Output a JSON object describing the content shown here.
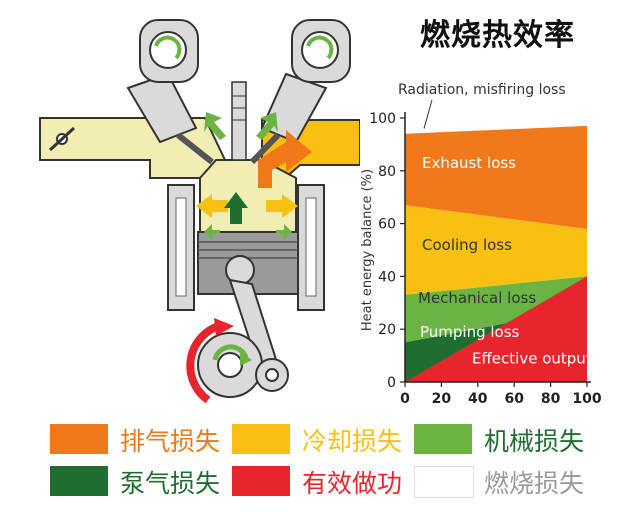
{
  "title": "燃烧热效率",
  "colors": {
    "exhaust": "#F07818",
    "cooling": "#F8C013",
    "mechanical": "#6BB443",
    "pumping": "#1E6E2F",
    "effective": "#E8252D",
    "combustion": "#FFFFFF",
    "engine_gray": "#8C8C8C",
    "intake_yellow": "#F2EDB3"
  },
  "chart_data": {
    "type": "area",
    "ylabel": "Heat energy balance (%)",
    "xlabel": "",
    "xlim": [
      0,
      100
    ],
    "ylim": [
      0,
      100
    ],
    "x_ticks": [
      "0",
      "20",
      "40",
      "60",
      "80",
      "100"
    ],
    "y_ticks": [
      "0",
      "20",
      "40",
      "60",
      "80",
      "100"
    ],
    "grid": false,
    "x": [
      0,
      100
    ],
    "boundaries": {
      "pumping_top": [
        15,
        28
      ],
      "mechanical_top": [
        33,
        40
      ],
      "cooling_top": [
        67,
        58
      ],
      "exhaust_top": [
        94,
        97
      ],
      "effective_top": [
        0,
        40
      ]
    },
    "band_labels": [
      {
        "key": "exhaust",
        "text": "Exhaust loss"
      },
      {
        "key": "cooling",
        "text": "Cooling loss"
      },
      {
        "key": "mechanical",
        "text": "Mechanical loss"
      },
      {
        "key": "pumping",
        "text": "Pumping loss"
      },
      {
        "key": "effective",
        "text": "Effective output"
      }
    ],
    "annotation": "Radiation, misfiring loss"
  },
  "legend": [
    {
      "key": "exhaust",
      "label": "排气损失"
    },
    {
      "key": "cooling",
      "label": "冷却损失"
    },
    {
      "key": "mechanical",
      "label": "机械损失"
    },
    {
      "key": "pumping",
      "label": "泵气损失"
    },
    {
      "key": "effective",
      "label": "有效做功"
    },
    {
      "key": "combustion",
      "label": "燃烧损失"
    }
  ]
}
